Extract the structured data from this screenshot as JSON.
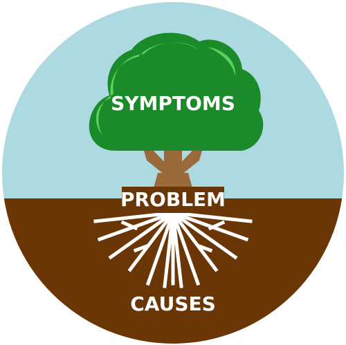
{
  "diagram": {
    "top_label": "SYMPTOMS",
    "middle_label": "PROBLEM",
    "bottom_label": "CAUSES"
  },
  "colors": {
    "sky": "#add9e0",
    "soil": "#6b3606",
    "canopy_dark": "#1a8a2a",
    "canopy_mid": "#2eab3a",
    "canopy_highlight": "#5cd05a",
    "trunk": "#9a6a3a",
    "roots": "#ffffff",
    "label_bar": "#6b3606",
    "text": "#ffffff"
  }
}
